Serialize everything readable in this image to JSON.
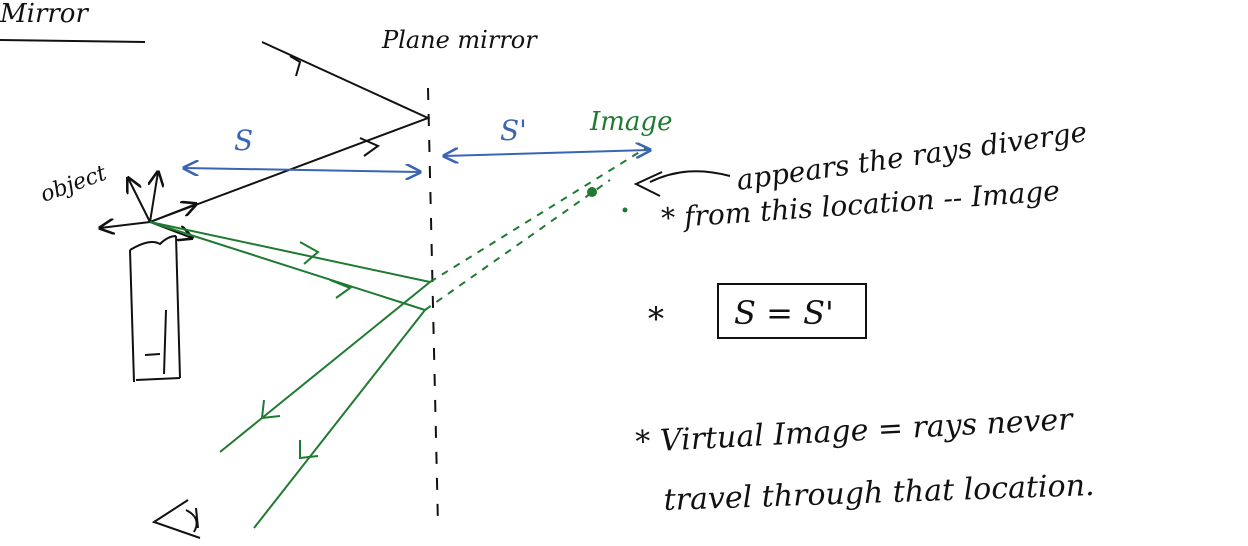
{
  "labels": {
    "title": "Mirror",
    "plane_mirror": "Plane mirror",
    "object": "object",
    "s": "S",
    "s_prime": "S'",
    "image": "Image"
  },
  "notes": {
    "line1": "appears the rays diverge",
    "line2": "* from this location -- Image",
    "equation_star": "*",
    "equation": "S = S'",
    "virtual_line1": "* Virtual Image = rays never",
    "virtual_line2": "travel through that location."
  },
  "colors": {
    "ink": "#111111",
    "blue": "#3a64b4",
    "green": "#1f7a32"
  }
}
